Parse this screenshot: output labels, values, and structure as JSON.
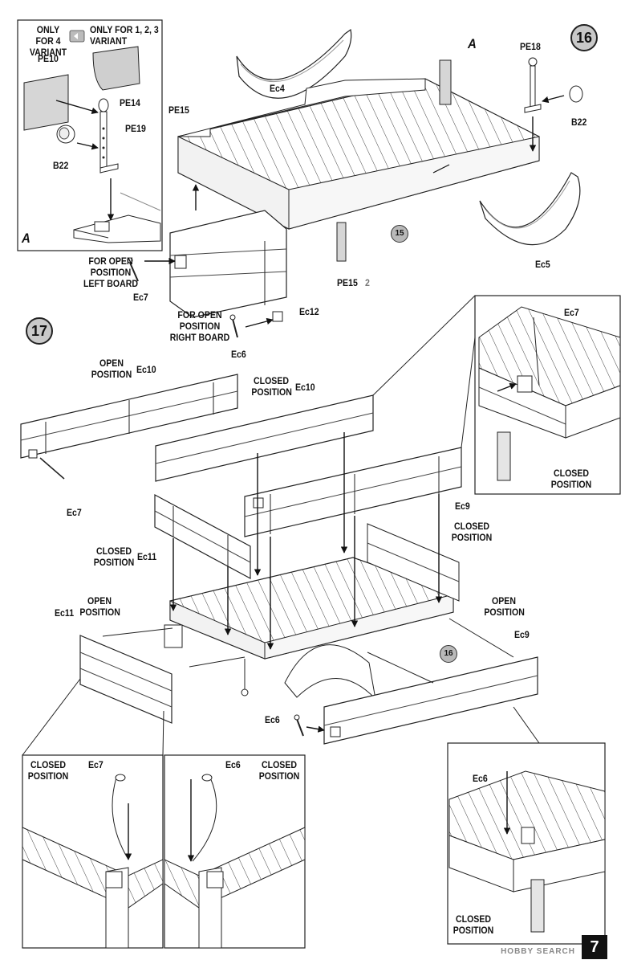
{
  "page": {
    "number": "7",
    "watermark": "HOBBY SEARCH"
  },
  "colors": {
    "line": "#1a1a1a",
    "part_fill": "#ffffff",
    "panel_fill": "#d6d6d6",
    "step_circle": "#c9c9c9"
  },
  "inset_a": {
    "variant4": "ONLY FOR 4\nVARIANT",
    "variant123": "ONLY FOR 1, 2, 3\nVARIANT",
    "pe10": "PE10",
    "pe14": "PE14",
    "pe19": "PE19",
    "b22": "B22",
    "letter": "A"
  },
  "step16": {
    "number": "16",
    "ec4": "Ec4",
    "a_marker": "A",
    "pe18": "PE18",
    "b22": "B22",
    "pe15_top": "PE15",
    "pe15_bottom": "PE15",
    "pe15_qty": "2",
    "sub_ref": "15",
    "ec5": "Ec5",
    "open_left": "FOR OPEN\nPOSITION\nLEFT BOARD",
    "open_right": "FOR OPEN\nPOSITION\nRIGHT BOARD",
    "ec7": "Ec7",
    "ec12": "Ec12",
    "ec6": "Ec6"
  },
  "step17": {
    "number": "17",
    "open_position_1": "OPEN\nPOSITION",
    "ec10_open": "Ec10",
    "closed_position_1": "CLOSED\nPOSITION",
    "ec10_closed": "Ec10",
    "ec7_left": "Ec7",
    "ec9_closed": "Ec9",
    "closed_position_2": "CLOSED\nPOSITION",
    "closed_position_3": "CLOSED\nPOSITION",
    "ec11_closed": "Ec11",
    "open_position_2": "OPEN\nPOSITION",
    "ec11_open": "Ec11",
    "open_position_3": "OPEN\nPOSITION",
    "ec9_open": "Ec9",
    "sub_ref": "16",
    "ec6": "Ec6",
    "inset_ec7_top": "Ec7",
    "inset_closed_top": "CLOSED\nPOSITION",
    "inset_left_closed": "CLOSED\nPOSITION",
    "inset_left_ec7": "Ec7",
    "inset_mid_ec6": "Ec6",
    "inset_mid_closed": "CLOSED\nPOSITION",
    "inset_right_ec6": "Ec6",
    "inset_right_closed": "CLOSED\nPOSITION"
  }
}
